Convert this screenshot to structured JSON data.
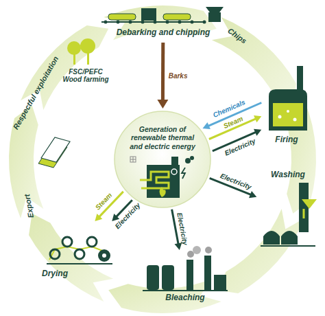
{
  "diagram": {
    "nodes": [
      {
        "text": [
          "Generation of renewable thermal and electric energy"
        ]
      },
      {
        "text": [
          "Debarking and chipping"
        ]
      },
      {
        "text": [
          "Firing"
        ]
      },
      {
        "text": [
          "Washing"
        ]
      },
      {
        "text": [
          "Bleaching"
        ]
      },
      {
        "text": [
          "Drying"
        ]
      }
    ],
    "edges": [
      {
        "from": 1,
        "to": 0,
        "arrow": "to",
        "label": "Barks"
      },
      {
        "from": 2,
        "to": 0,
        "arrow": "to",
        "label": "Chemicals"
      },
      {
        "from": 0,
        "to": 2,
        "arrow": "to",
        "label": "Steam"
      },
      {
        "from": 0,
        "to": 2,
        "arrow": "to",
        "label": "Electricity"
      },
      {
        "from": 0,
        "to": 3,
        "arrow": "to",
        "label": "Electricity"
      },
      {
        "from": 0,
        "to": 4,
        "arrow": "to",
        "label": "Electricity"
      },
      {
        "from": 0,
        "to": 5,
        "arrow": "to",
        "label": "Steam"
      },
      {
        "from": 0,
        "to": 5,
        "arrow": "to",
        "label": "Electricity"
      }
    ],
    "labels": [
      "Respectful exploitation",
      "FSC/PEFC Wood farming",
      "Chips",
      "Export"
    ]
  }
}
